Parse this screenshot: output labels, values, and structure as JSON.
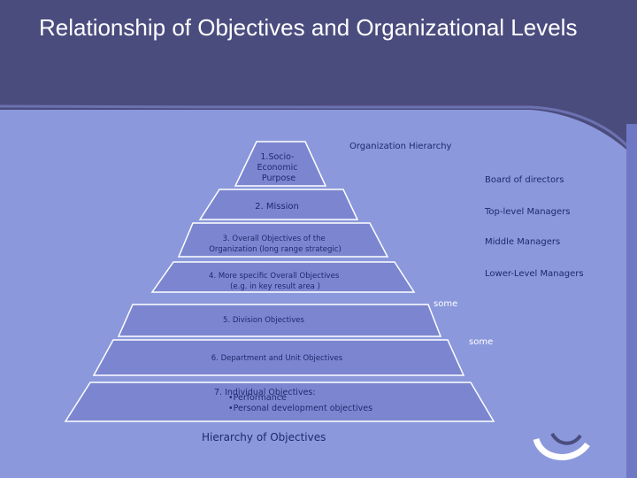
{
  "slide": {
    "title": "Relationship of Objectives and Organizational Levels"
  },
  "diagram": {
    "org_hierarchy_label": "Organization Hierarchy",
    "caption": "Hierarchy of Objectives",
    "levels": [
      {
        "lines": [
          "1.Socio-",
          "Economic",
          "Purpose"
        ]
      },
      {
        "lines": [
          "2. Mission"
        ]
      },
      {
        "lines": [
          "3. Overall Objectives of the",
          "Organization (long range strategic)"
        ]
      },
      {
        "lines": [
          "4. More specific Overall Objectives",
          "(e.g. in key result area )"
        ]
      },
      {
        "lines": [
          "5. Division Objectives"
        ]
      },
      {
        "lines": [
          "6. Department and Unit Objectives"
        ]
      },
      {
        "lines": [
          "7. Individual Objectives:",
          "•Performance",
          "•Personal development objectives"
        ]
      }
    ],
    "managers": [
      "Board of directors",
      "Top-level Managers",
      "Middle Managers",
      "Lower-Level Managers",
      "some",
      "some"
    ]
  },
  "colors": {
    "background": "#8B98DC",
    "header_band": "#4B4C7E",
    "pyramid_fill": "#7C86D0",
    "pyramid_stroke": "#FFFFFF",
    "text_dark": "#1E2A6E"
  }
}
